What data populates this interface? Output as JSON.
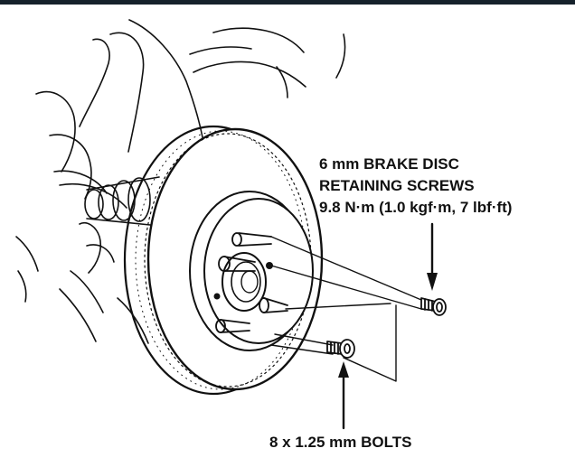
{
  "figure": {
    "colors": {
      "ink": "#111111",
      "paper": "#ffffff",
      "top_rule": "#15212b"
    },
    "callouts": {
      "screws": {
        "line1": "6 mm BRAKE DISC",
        "line2": "RETAINING SCREWS",
        "line3": "9.8 N·m (1.0 kgf·m, 7 lbf·ft)"
      },
      "bolts": {
        "label": "8 x 1.25 mm BOLTS"
      }
    }
  }
}
